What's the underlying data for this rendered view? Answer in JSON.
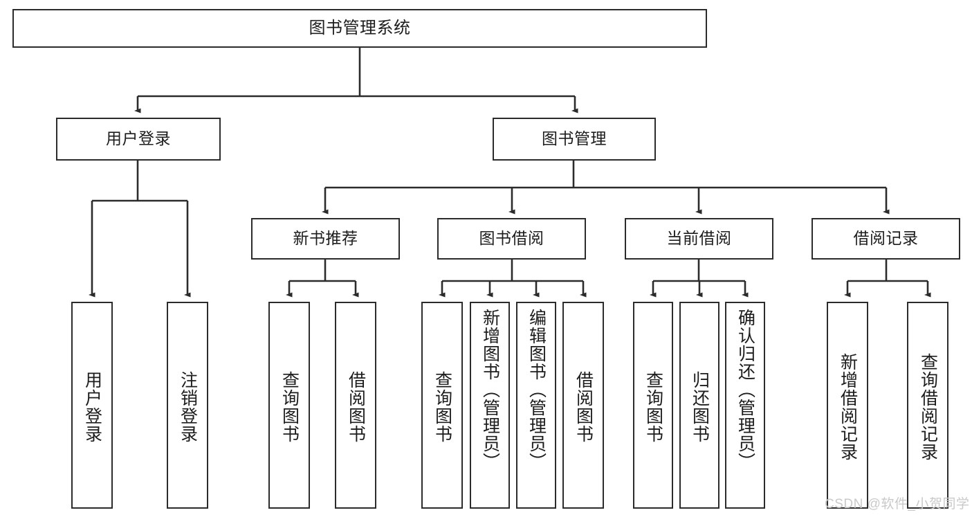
{
  "diagram": {
    "title": "图书管理系统",
    "type": "hierarchy-tree",
    "watermark": "CSDN @软件_小贺同学",
    "colors": {
      "background": "#ffffff",
      "box_border": "#2b2b2b",
      "box_fill": "#ffffff",
      "text": "#1c1c1c",
      "connector": "#2b2b2b",
      "watermark": "#c9c9c9"
    },
    "nodes": {
      "root": {
        "label": "图书管理系统"
      },
      "level1": [
        {
          "id": "user-login",
          "label": "用户登录"
        },
        {
          "id": "book-management",
          "label": "图书管理"
        }
      ],
      "level2": [
        {
          "id": "new-book-recommend",
          "label": "新书推荐"
        },
        {
          "id": "book-borrow",
          "label": "图书借阅"
        },
        {
          "id": "current-borrow",
          "label": "当前借阅"
        },
        {
          "id": "borrow-record",
          "label": "借阅记录"
        }
      ],
      "leaves": {
        "user_login": [
          {
            "id": "leaf-user-login",
            "label": "用户登录"
          },
          {
            "id": "leaf-logout",
            "label": "注销登录"
          }
        ],
        "new_book_recommend": [
          {
            "id": "leaf-query-book-1",
            "label": "查询图书"
          },
          {
            "id": "leaf-borrow-book-1",
            "label": "借阅图书"
          }
        ],
        "book_borrow": [
          {
            "id": "leaf-query-book-2",
            "label": "查询图书"
          },
          {
            "id": "leaf-add-book",
            "label": "新增图书（管理员）"
          },
          {
            "id": "leaf-edit-book",
            "label": "编辑图书（管理员）"
          },
          {
            "id": "leaf-borrow-book-2",
            "label": "借阅图书"
          }
        ],
        "current_borrow": [
          {
            "id": "leaf-query-book-3",
            "label": "查询图书"
          },
          {
            "id": "leaf-return-book",
            "label": "归还图书"
          },
          {
            "id": "leaf-confirm-return",
            "label": "确认归还（管理员）"
          }
        ],
        "borrow_record": [
          {
            "id": "leaf-add-record",
            "label": "新增借阅记录"
          },
          {
            "id": "leaf-query-record",
            "label": "查询借阅记录"
          }
        ]
      }
    }
  }
}
